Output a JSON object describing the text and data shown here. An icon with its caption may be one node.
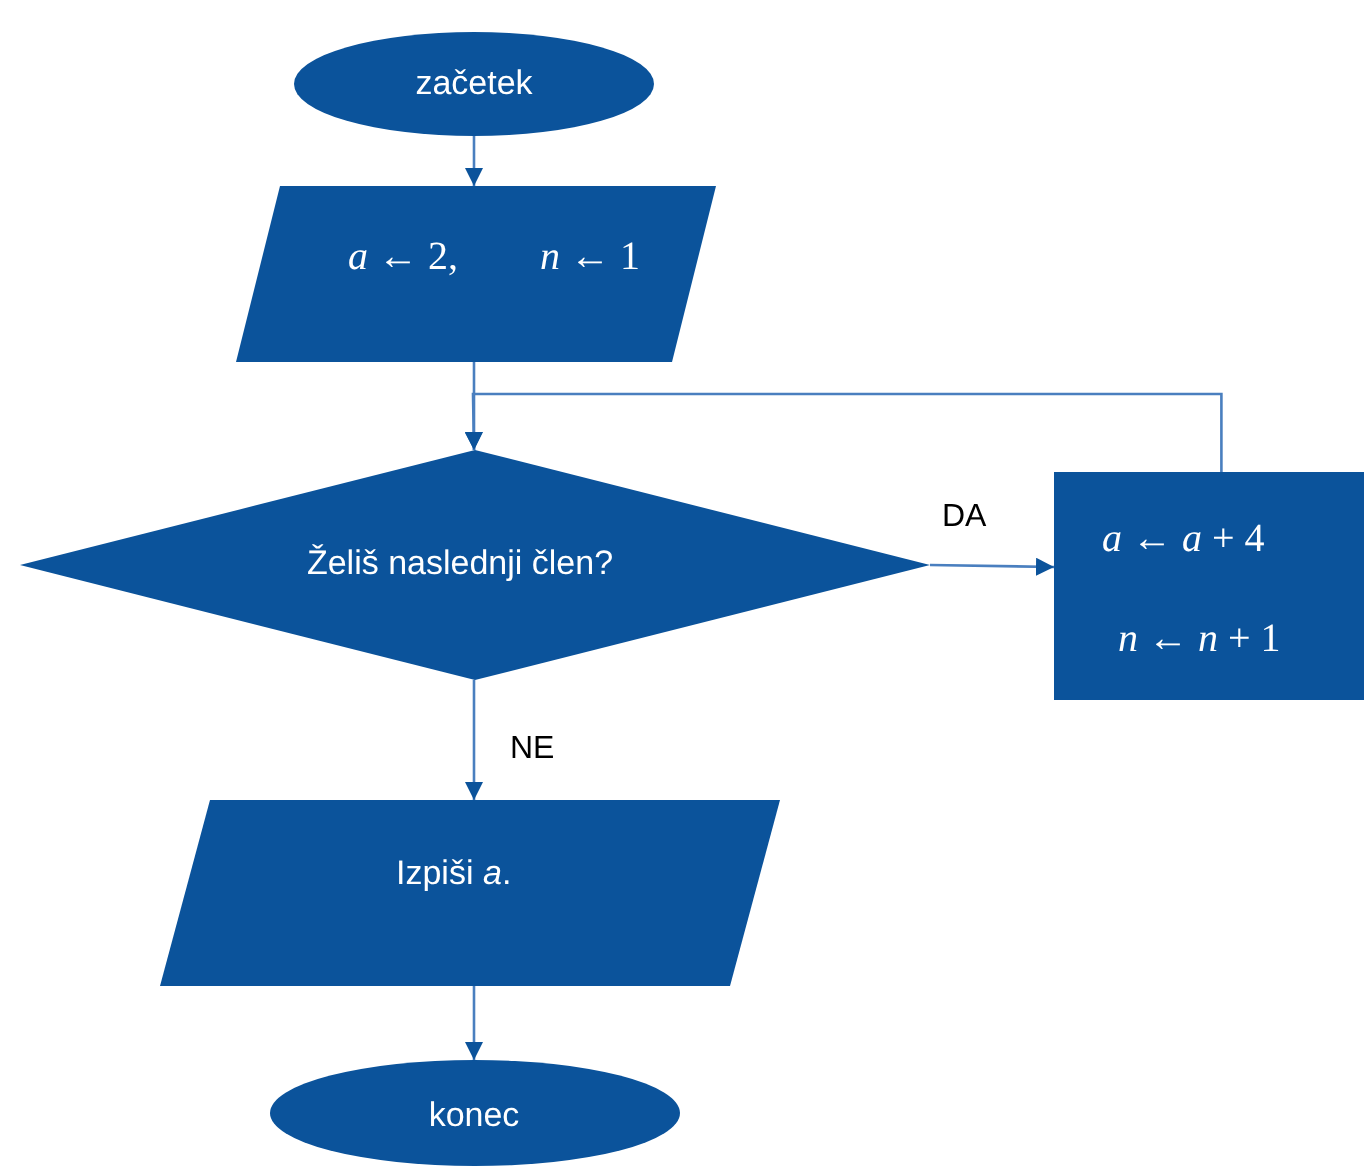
{
  "diagram": {
    "nodes": [
      {
        "text": [
          "začetek"
        ]
      },
      {
        "text": [
          "*a* ← 2,",
          "*n* ← 1"
        ]
      },
      {
        "text": [
          "Želiš naslednji člen?"
        ]
      },
      {
        "text": [
          "*a* ← *a* + 4",
          "*n* ← *n* + 1"
        ]
      },
      {
        "text": [
          "Izpiši  *a*."
        ]
      },
      {
        "text": [
          "konec"
        ]
      }
    ],
    "edges": [
      {
        "from": 0,
        "to": 1,
        "arrow": "to"
      },
      {
        "from": 1,
        "to": 2,
        "arrow": "to"
      },
      {
        "from": 2,
        "to": 3,
        "arrow": "to",
        "label": "DA"
      },
      {
        "from": 3,
        "to": 2,
        "arrow": "to"
      },
      {
        "from": 2,
        "to": 4,
        "arrow": "to",
        "label": "NE"
      },
      {
        "from": 4,
        "to": 5,
        "arrow": "to"
      }
    ]
  }
}
